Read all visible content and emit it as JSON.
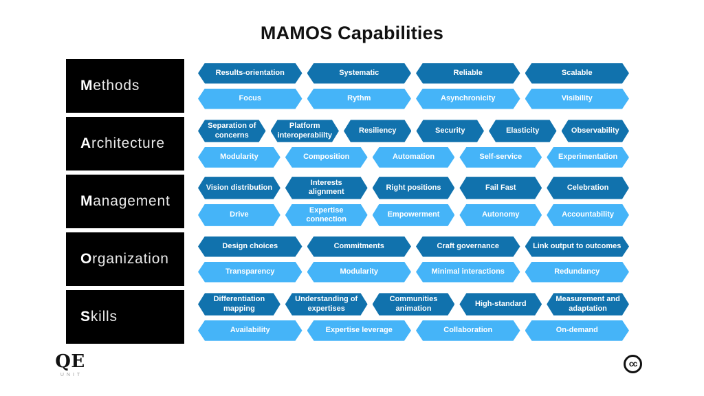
{
  "title": "MAMOS Capabilities",
  "colors": {
    "dark_blue": "#1172AD",
    "light_blue": "#45B4F8",
    "box_black": "#000000"
  },
  "categories": [
    {
      "label": "Methods",
      "dark_items": [
        "Results-orientation",
        "Systematic",
        "Reliable",
        "Scalable"
      ],
      "light_items": [
        "Focus",
        "Rythm",
        "Asynchronicity",
        "Visibility"
      ]
    },
    {
      "label": "Architecture",
      "dark_items": [
        "Separation of concerns",
        "Platform interoperabiilty",
        "Resiliency",
        "Security",
        "Elasticity",
        "Observability"
      ],
      "light_items": [
        "Modularity",
        "Composition",
        "Automation",
        "Self-service",
        "Experimentation"
      ]
    },
    {
      "label": "Management",
      "dark_items": [
        "Vision distribution",
        "Interests alignment",
        "Right positions",
        "Fail Fast",
        "Celebration"
      ],
      "light_items": [
        "Drive",
        "Expertise connection",
        "Empowerment",
        "Autonomy",
        "Accountability"
      ]
    },
    {
      "label": "Organization",
      "dark_items": [
        "Design choices",
        "Commitments",
        "Craft governance",
        "Link output to outcomes"
      ],
      "light_items": [
        "Transparency",
        "Modularity",
        "Minimal interactions",
        "Redundancy"
      ]
    },
    {
      "label": "Skills",
      "dark_items": [
        "Differentiation mapping",
        "Understanding of expertises",
        "Communities animation",
        "High-standard",
        "Measurement and adaptation"
      ],
      "light_items": [
        "Availability",
        "Expertise leverage",
        "Collaboration",
        "On-demand"
      ]
    }
  ],
  "footer": {
    "logo_main": "QE",
    "logo_sub": "UNIT",
    "cc_label": "cc"
  }
}
